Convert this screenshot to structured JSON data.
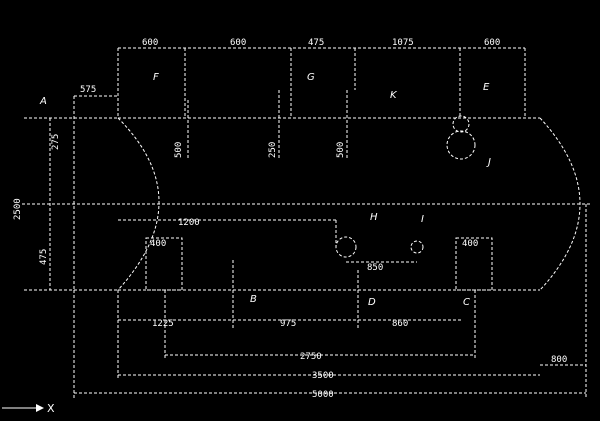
{
  "dimensions": {
    "top": [
      "600",
      "600",
      "475",
      "1075",
      "600"
    ],
    "left_top": "575",
    "vert_mid": "275",
    "vert_left": "2500",
    "vert_low": "475",
    "inner": "1200",
    "small_right": "400",
    "small_left": "400",
    "center_hole": "850",
    "bottom_a": "1225",
    "bottom_b": "975",
    "bottom_c": "860",
    "span_inner": "2750",
    "overall_a": "3500",
    "overall_b": "5000",
    "right_end": "800",
    "nozzle_a": "500",
    "nozzle_b": "250",
    "nozzle_c": "500"
  },
  "labels": {
    "a": "A",
    "f": "F",
    "g": "G",
    "k": "K",
    "e": "E",
    "b": "B",
    "d": "D",
    "c": "C",
    "h": "H",
    "i": "I",
    "j": "J"
  },
  "ucs": {
    "x_axis": "X"
  }
}
